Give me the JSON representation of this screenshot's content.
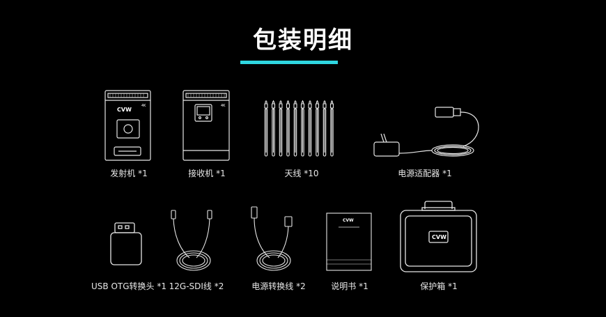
{
  "header": {
    "title": "包装明细"
  },
  "accent_color": "#2fd6e0",
  "brand": {
    "logo_text": "CVW",
    "badge_4k": "4K"
  },
  "items": [
    {
      "label": "发射机 *1",
      "icon": "transmitter-icon"
    },
    {
      "label": "接收机 *1",
      "icon": "receiver-icon"
    },
    {
      "label": "天线 *10",
      "icon": "antenna-icon"
    },
    {
      "label": "电源适配器 *1",
      "icon": "power-adapter-icon"
    },
    {
      "label": "USB OTG转换头 *1",
      "icon": "usb-otg-adapter-icon"
    },
    {
      "label": "12G-SDI线 *2",
      "icon": "sdi-cable-icon"
    },
    {
      "label": "电源转换线 *2",
      "icon": "power-cable-icon"
    },
    {
      "label": "说明书 *1",
      "icon": "manual-icon"
    },
    {
      "label": "保护箱 *1",
      "icon": "protective-case-icon"
    }
  ]
}
